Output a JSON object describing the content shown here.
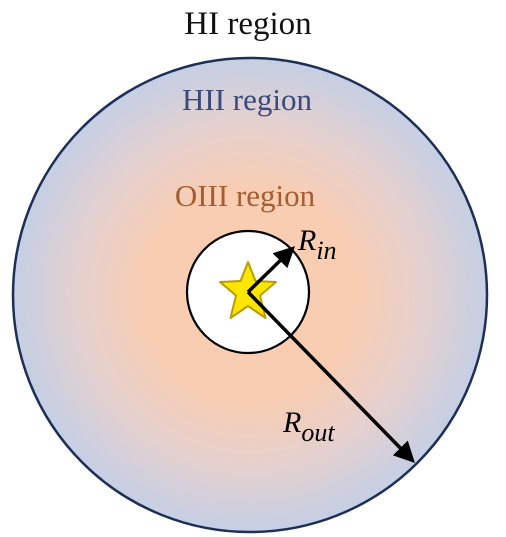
{
  "diagram": {
    "labels": {
      "hi_region": "HI region",
      "hii_region": "HII region",
      "oiii_region": "OIII region",
      "r_in": {
        "base": "R",
        "sub": "in"
      },
      "r_out": {
        "base": "R",
        "sub": "out"
      }
    },
    "colors": {
      "background": "#ffffff",
      "outer_border": "#1e2f55",
      "hii_fill": "#c5cfe4",
      "oiii_fill": "#f8cdb2",
      "hi_text": "#111111",
      "hii_text": "#3b4a7b",
      "oiii_text": "#a45c31",
      "inner_circle_fill": "#ffffff",
      "inner_circle_stroke": "#000000",
      "star_fill": "#ffe600",
      "star_stroke": "#b89c00",
      "arrow": "#000000"
    },
    "icons": {
      "central_source": "star-icon"
    }
  }
}
